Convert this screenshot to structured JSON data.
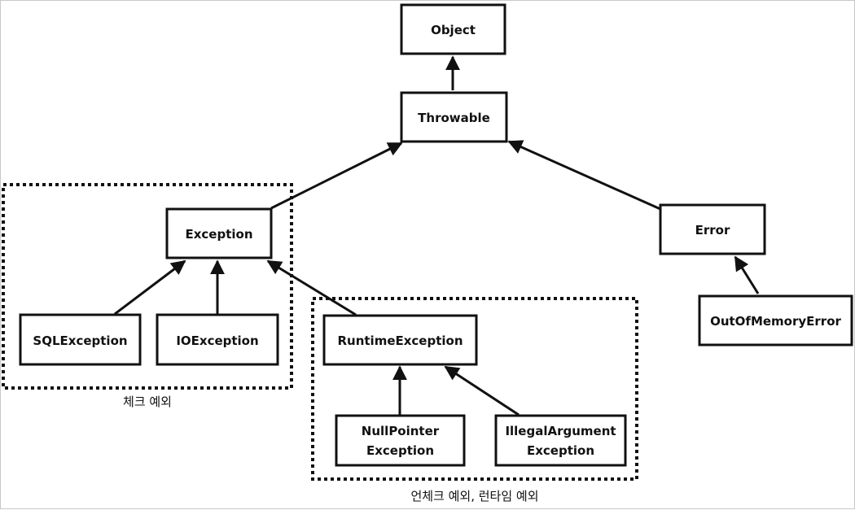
{
  "diagram": {
    "nodes": {
      "object": "Object",
      "throwable": "Throwable",
      "exception": "Exception",
      "error": "Error",
      "sqlexception": "SQLException",
      "ioexception": "IOException",
      "runtimeexception": "RuntimeException",
      "outofmemoryerror": "OutOfMemoryError",
      "nullpointer": [
        "NullPointer",
        "Exception"
      ],
      "illegalargument": [
        "IllegalArgument",
        "Exception"
      ]
    },
    "groups": {
      "checked": "체크 예외",
      "unchecked": "언체크 예외, 런타임 예외"
    },
    "edges": [
      [
        "throwable",
        "object"
      ],
      [
        "exception",
        "throwable"
      ],
      [
        "error",
        "throwable"
      ],
      [
        "sqlexception",
        "exception"
      ],
      [
        "ioexception",
        "exception"
      ],
      [
        "runtimeexception",
        "exception"
      ],
      [
        "outofmemoryerror",
        "error"
      ],
      [
        "nullpointer",
        "runtimeexception"
      ],
      [
        "illegalargument",
        "runtimeexception"
      ]
    ],
    "colors": {
      "stroke": "#111111",
      "background": "#ffffff"
    }
  }
}
